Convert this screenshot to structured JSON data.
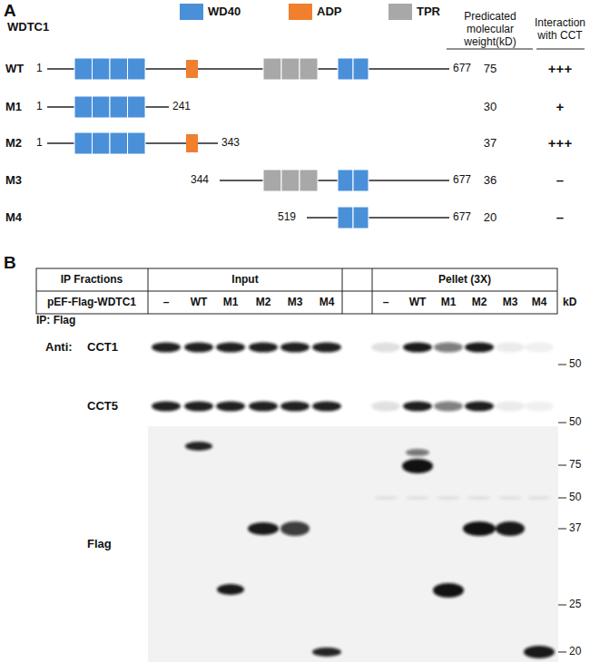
{
  "diagram": {
    "labels": [
      "A",
      "WDTC1",
      "Predicated molecular weight(kD)",
      "Interaction with CCT",
      "WT",
      "1",
      "677",
      "75",
      "+++",
      "M1",
      "1",
      "241",
      "30",
      "+",
      "M2",
      "1",
      "343",
      "37",
      "+++",
      "M3",
      "344",
      "677",
      "36",
      "–",
      "M4",
      "519",
      "677",
      "20",
      "–",
      "B",
      "IP Fractions",
      "Input",
      "Pellet (3X)",
      "pEF-Flag-WDTC1",
      "–",
      "WT",
      "M1",
      "M2",
      "M3",
      "M4",
      "–",
      "WT",
      "M1",
      "M2",
      "M3",
      "M4",
      "kD",
      "IP: Flag",
      "Anti:",
      "CCT1",
      "50",
      "CCT5",
      "50",
      "Flag",
      "75",
      "50",
      "37",
      "25",
      "20"
    ],
    "legend": [
      {
        "text": "WD40",
        "color": "#4a90d9"
      },
      {
        "text": "ADP",
        "color": "#f07f2e"
      },
      {
        "text": "TPR",
        "color": "#a8a8a8"
      }
    ]
  }
}
